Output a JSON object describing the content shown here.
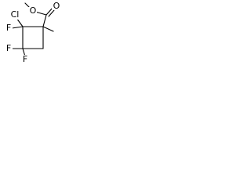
{
  "molecule": {
    "atoms": {
      "cl": "Cl",
      "f_upper": "F",
      "f_lower_left": "F",
      "f_lower_right": "F",
      "o_ester": "O",
      "o_carbonyl": "O"
    }
  },
  "colors": {
    "background": "#ffffff",
    "ink": "#000000"
  }
}
